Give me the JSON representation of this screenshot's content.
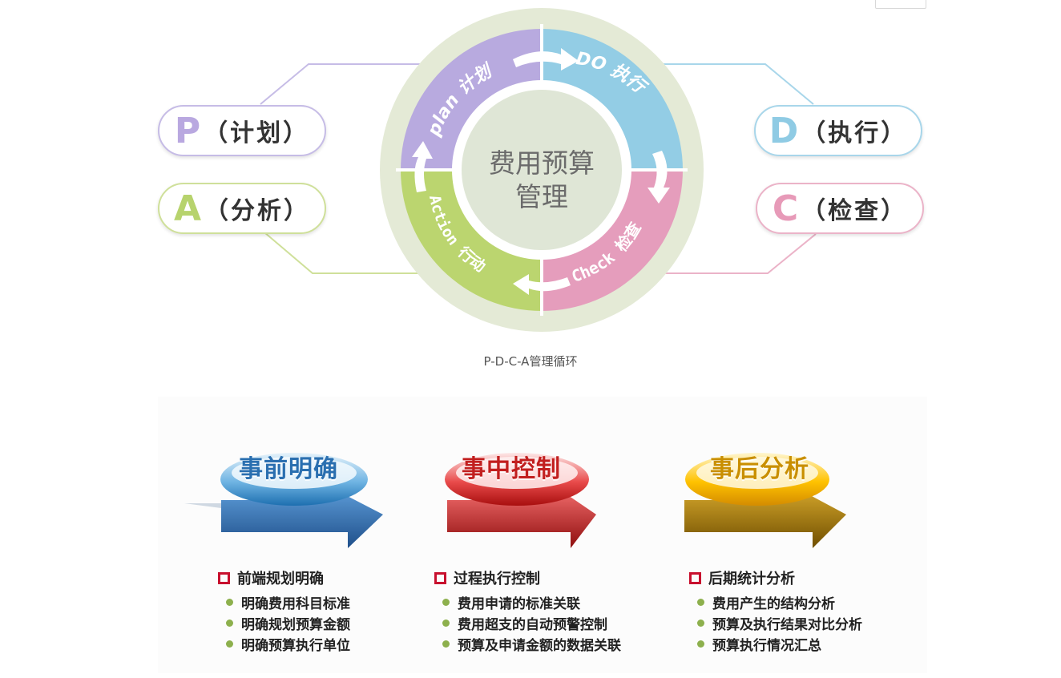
{
  "pdca": {
    "center": [
      "费用预算",
      "管理"
    ],
    "ring": {
      "plan": "plan 计划",
      "do": "DO 执行",
      "check": "Check 检查",
      "action": "Action 行动"
    },
    "pills": [
      {
        "letter": "P",
        "text": "（计划）",
        "color": "#b9a8e0"
      },
      {
        "letter": "A",
        "text": "（分析）",
        "color": "#b7d36d"
      },
      {
        "letter": "D",
        "text": "（执行）",
        "color": "#8fcbe4"
      },
      {
        "letter": "C",
        "text": "（检查）",
        "color": "#e79ab8"
      }
    ],
    "colors": {
      "plan": "#b8aadf",
      "do": "#93cde5",
      "check": "#e59dbc",
      "action": "#bbd56f",
      "ring_outer": "#e4ead6"
    },
    "caption": "P-D-C-A管理循环"
  },
  "phases": [
    {
      "title": "事前明确",
      "title_color": "#2a6fb0",
      "head": "前端规划明确",
      "items": [
        "明确费用科目标准",
        "明确规划预算金额",
        "明确预算执行单位"
      ]
    },
    {
      "title": "事中控制",
      "title_color": "#c21f1f",
      "head": "过程执行控制",
      "items": [
        "费用申请的标准关联",
        "费用超支的自动预警控制",
        "预算及申请金额的数据关联"
      ]
    },
    {
      "title": "事后分析",
      "title_color": "#c98f00",
      "head": "后期统计分析",
      "items": [
        "费用产生的结构分析",
        "预算及执行结果对比分析",
        "预算执行情况汇总"
      ]
    }
  ]
}
